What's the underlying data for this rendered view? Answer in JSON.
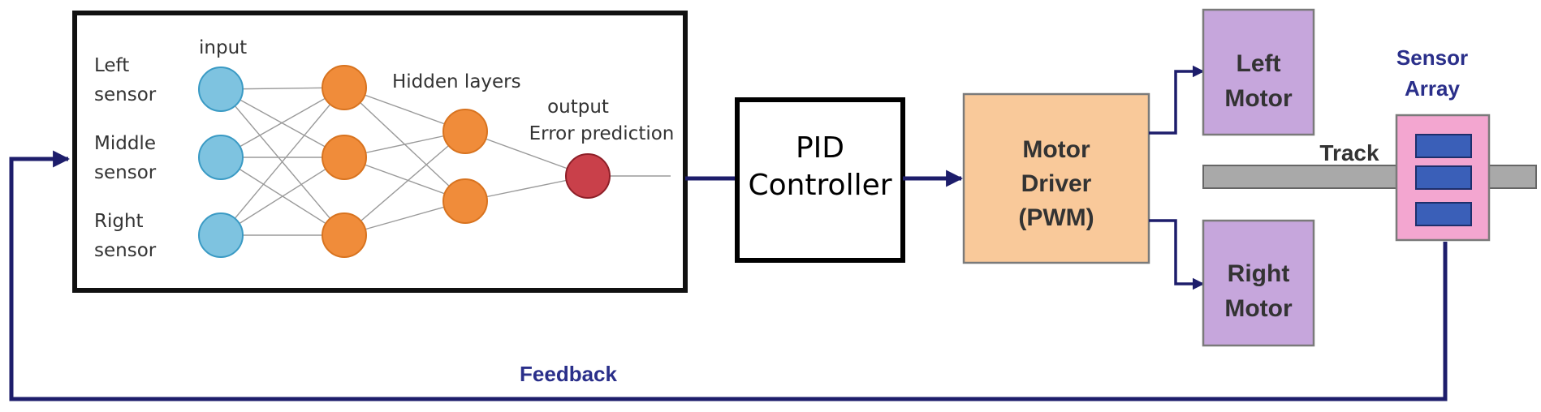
{
  "colors": {
    "loop_line": "#1d1d6b",
    "input_node": "#7ec3e0",
    "input_node_stroke": "#3a9ac4",
    "hidden_node": "#f08c3a",
    "hidden_node_stroke": "#d8731f",
    "output_node": "#c9404a",
    "output_node_stroke": "#8e1f28",
    "motor_driver_fill": "#f9c99a",
    "motor_fill": "#c6a6dc",
    "sensor_array_fill": "#f3a6d0",
    "sensor_cell_fill": "#3a5fb8",
    "track_fill": "#a9a9a9",
    "label_blue": "#2a2f8a"
  },
  "neural_network": {
    "input_title": "input",
    "hidden_title": "Hidden layers",
    "output_title": "output",
    "output_subtitle": "Error prediction",
    "inputs": [
      {
        "line1": "Left",
        "line2": "sensor"
      },
      {
        "line1": "Middle",
        "line2": "sensor"
      },
      {
        "line1": "Right",
        "line2": "sensor"
      }
    ]
  },
  "pid": {
    "line1": "PID",
    "line2": "Controller"
  },
  "motor_driver": {
    "line1": "Motor",
    "line2": "Driver",
    "line3": "(PWM)"
  },
  "left_motor": {
    "line1": "Left",
    "line2": "Motor"
  },
  "right_motor": {
    "line1": "Right",
    "line2": "Motor"
  },
  "sensor_array": {
    "line1": "Sensor",
    "line2": "Array"
  },
  "track_label": "Track",
  "feedback_label": "Feedback"
}
